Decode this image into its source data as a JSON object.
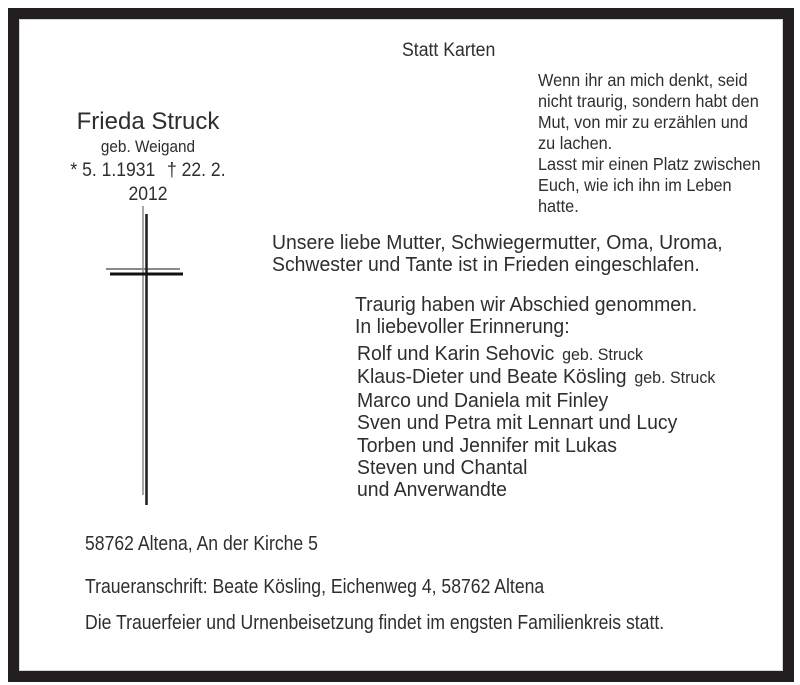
{
  "notice": {
    "header_note": "Statt Karten",
    "verse": "Wenn ihr an mich denkt, seid\nnicht traurig, sondern habt den\nMut, von mir zu erzählen und\nzu lachen.\nLasst mir einen Platz zwischen\nEuch, wie ich ihn im Leben\nhatte.",
    "deceased": {
      "name": "Frieda Struck",
      "maiden_name": "geb. Weigand",
      "birth": "* 5. 1.1931",
      "death": "† 22. 2. 2012"
    },
    "announcement": "Unsere liebe Mutter, Schwiegermutter, Oma, Uroma,\nSchwester und Tante ist in Frieden eingeschlafen.",
    "farewell": "Traurig haben wir Abschied genommen.\nIn liebevoller Erinnerung:",
    "mourners": [
      {
        "main": "Rolf und Karin Sehovic",
        "suffix": "geb. Struck"
      },
      {
        "main": "Klaus-Dieter und Beate Kösling",
        "suffix": "geb. Struck"
      },
      {
        "main": "Marco und Daniela mit Finley",
        "suffix": ""
      },
      {
        "main": "Sven und Petra mit Lennart und Lucy",
        "suffix": ""
      },
      {
        "main": "Torben und Jennifer mit Lukas",
        "suffix": ""
      },
      {
        "main": "Steven und Chantal",
        "suffix": ""
      },
      {
        "main": "und Anverwandte",
        "suffix": ""
      }
    ],
    "address": "58762 Altena, An der Kirche 5",
    "condolence_address": "Traueranschrift: Beate Kösling, Eichenweg 4, 58762 Altena",
    "funeral_note": "Die Trauerfeier und Urnenbeisetzung findet im engsten Familienkreis statt.",
    "icons": {
      "cross": "†"
    },
    "colors": {
      "frame": "#231f20",
      "ink": "#2e2e2e",
      "background": "#ffffff",
      "cross_shadow": "#8a8a8a"
    }
  }
}
